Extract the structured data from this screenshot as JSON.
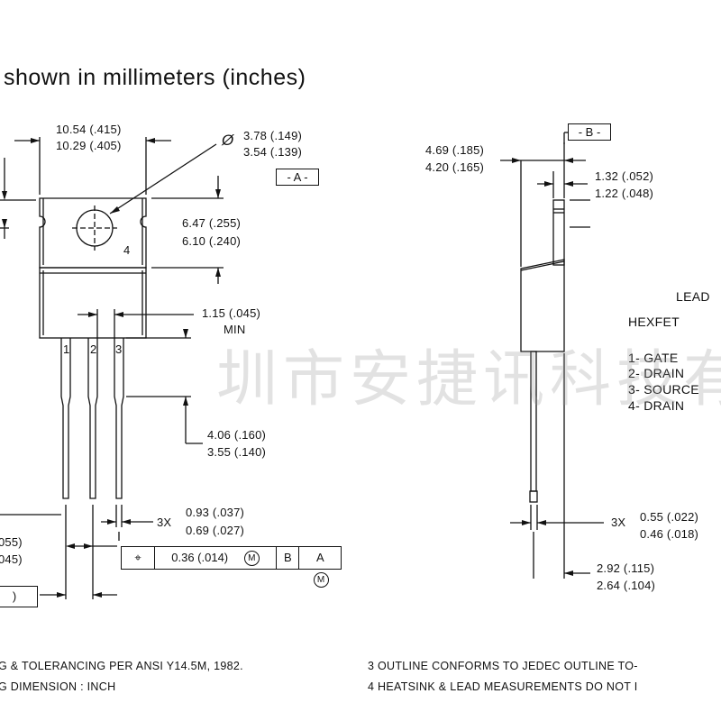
{
  "title": "shown in millimeters (inches)",
  "datum_a": "- A -",
  "datum_b": "- B -",
  "dims": {
    "width_max": "10.54 (.415)",
    "width_min": "10.29 (.405)",
    "hole_max": "3.78 (.149)",
    "hole_min": "3.54 (.139)",
    "tab_max": "6.47 (.255)",
    "tab_min": "6.10 (.240)",
    "lead_spacing": "1.15 (.045)",
    "lead_spacing_note": "MIN",
    "lead_len_max": "4.06 (.160)",
    "lead_len_min": "3.55 (.140)",
    "lead_w_prefix": "3X",
    "lead_w_max": "0.93 (.037)",
    "lead_w_min": "0.69 (.027)",
    "left_max": "055)",
    "left_min": "045)",
    "thick_max": "4.69 (.185)",
    "thick_min": "4.20 (.165)",
    "flange_max": "1.32 (.052)",
    "flange_min": "1.22 (.048)",
    "lead_t_prefix": "3X",
    "lead_t_max": "0.55 (.022)",
    "lead_t_min": "0.46 (.018)",
    "offset_max": "2.92 (.115)",
    "offset_min": "2.64 (.104)"
  },
  "tolerance_frame": {
    "symbol": "⌖",
    "value": "0.36  (.014)",
    "m1": "M",
    "b": "B",
    "a": "A",
    "m2": "M"
  },
  "pin_labels": [
    "1",
    "2",
    "3"
  ],
  "tab_label": "4",
  "diameter_symbol": "Ø",
  "legend": {
    "lead": "LEAD",
    "title": "HEXFET",
    "items": [
      "1- GATE",
      "2- DRAIN",
      "3- SOURCE",
      "4- DRAIN"
    ]
  },
  "notes": {
    "n1": "G & TOLERANCING PER ANSI Y14.5M, 1982.",
    "n2": "G DIMENSION : INCH",
    "n3": "3  OUTLINE CONFORMS TO JEDEC OUTLINE TO-",
    "n4": "4  HEATSINK & LEAD MEASUREMENTS DO NOT I"
  },
  "watermark": "圳市安捷讯科技有限公"
}
